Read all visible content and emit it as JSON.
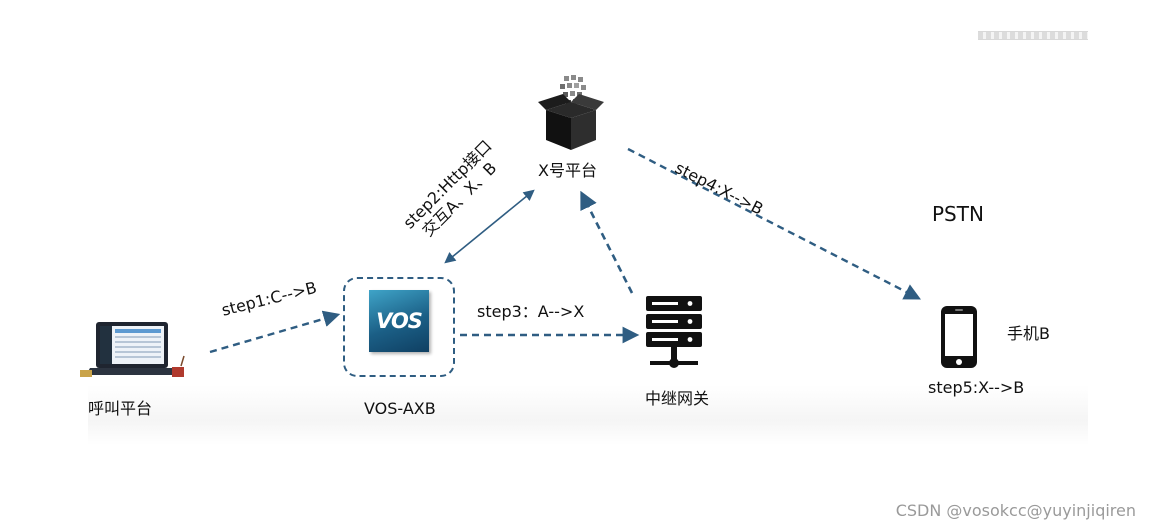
{
  "nodes": {
    "call_platform": "呼叫平台",
    "vos_axb": "VOS-AXB",
    "vos_logo_text": "VOS",
    "x_platform": "X号平台",
    "relay_gateway": "中继网关",
    "phone_b": "手机B",
    "pstn": "PSTN"
  },
  "steps": {
    "step1": "step1:C-->B",
    "step2_line1": "step2:Http接口",
    "step2_line2": "交互A、X、B",
    "step3": "step3：A-->X",
    "step4": "step4:X-->B",
    "step5": "step5:X-->B"
  },
  "watermark": "CSDN @vosokcc@yuyinjiqiren",
  "icons": {
    "call_platform": "laptop-icon",
    "vos_axb": "vos-logo-icon",
    "x_platform": "box-icon",
    "relay_gateway": "server-icon",
    "phone_b": "mobile-phone-icon"
  },
  "colors": {
    "arrow": "#2f5d82",
    "text": "#111111",
    "watermark": "#9a9a9a"
  }
}
